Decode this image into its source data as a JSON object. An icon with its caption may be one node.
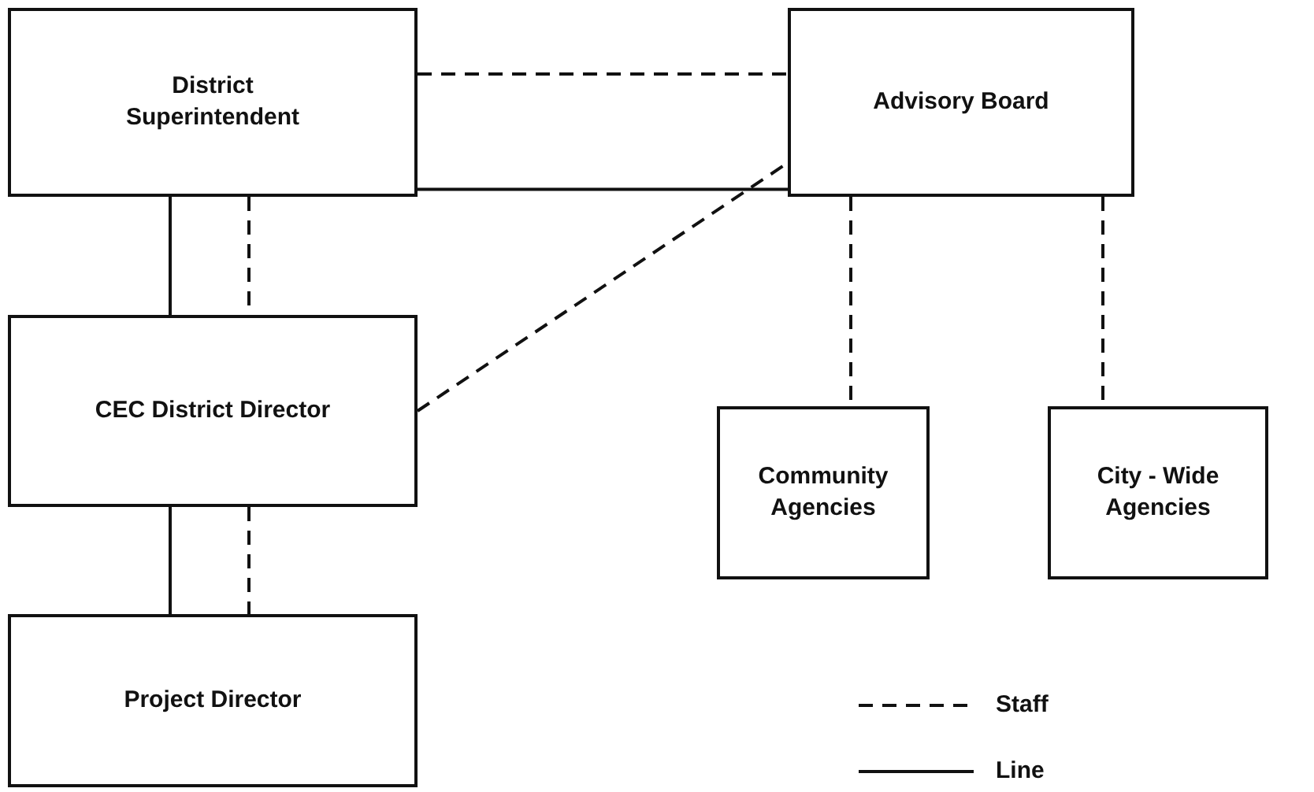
{
  "diagram": {
    "nodes": [
      {
        "text": [
          "District Superintendent"
        ]
      },
      {
        "text": [
          "Advisory Board"
        ]
      },
      {
        "text": [
          "CEC District Director"
        ]
      },
      {
        "text": [
          "Community Agencies"
        ]
      },
      {
        "text": [
          "City - Wide Agencies"
        ]
      },
      {
        "text": [
          "Project Director"
        ]
      }
    ],
    "edges": [
      {
        "from": 0,
        "to": 1,
        "arrow": "none",
        "style": "dashed"
      },
      {
        "from": 0,
        "to": 1,
        "arrow": "none"
      },
      {
        "from": 0,
        "to": 2,
        "arrow": "none"
      },
      {
        "from": 0,
        "to": 2,
        "arrow": "none",
        "style": "dashed"
      },
      {
        "from": 2,
        "to": 1,
        "arrow": "none",
        "style": "dashed"
      },
      {
        "from": 2,
        "to": 5,
        "arrow": "none"
      },
      {
        "from": 2,
        "to": 5,
        "arrow": "none",
        "style": "dashed"
      },
      {
        "from": 1,
        "to": 3,
        "arrow": "none",
        "style": "dashed"
      },
      {
        "from": 1,
        "to": 4,
        "arrow": "none",
        "style": "dashed"
      }
    ],
    "legend": [
      {
        "text": "Staff"
      },
      {
        "text": "Line"
      }
    ]
  }
}
